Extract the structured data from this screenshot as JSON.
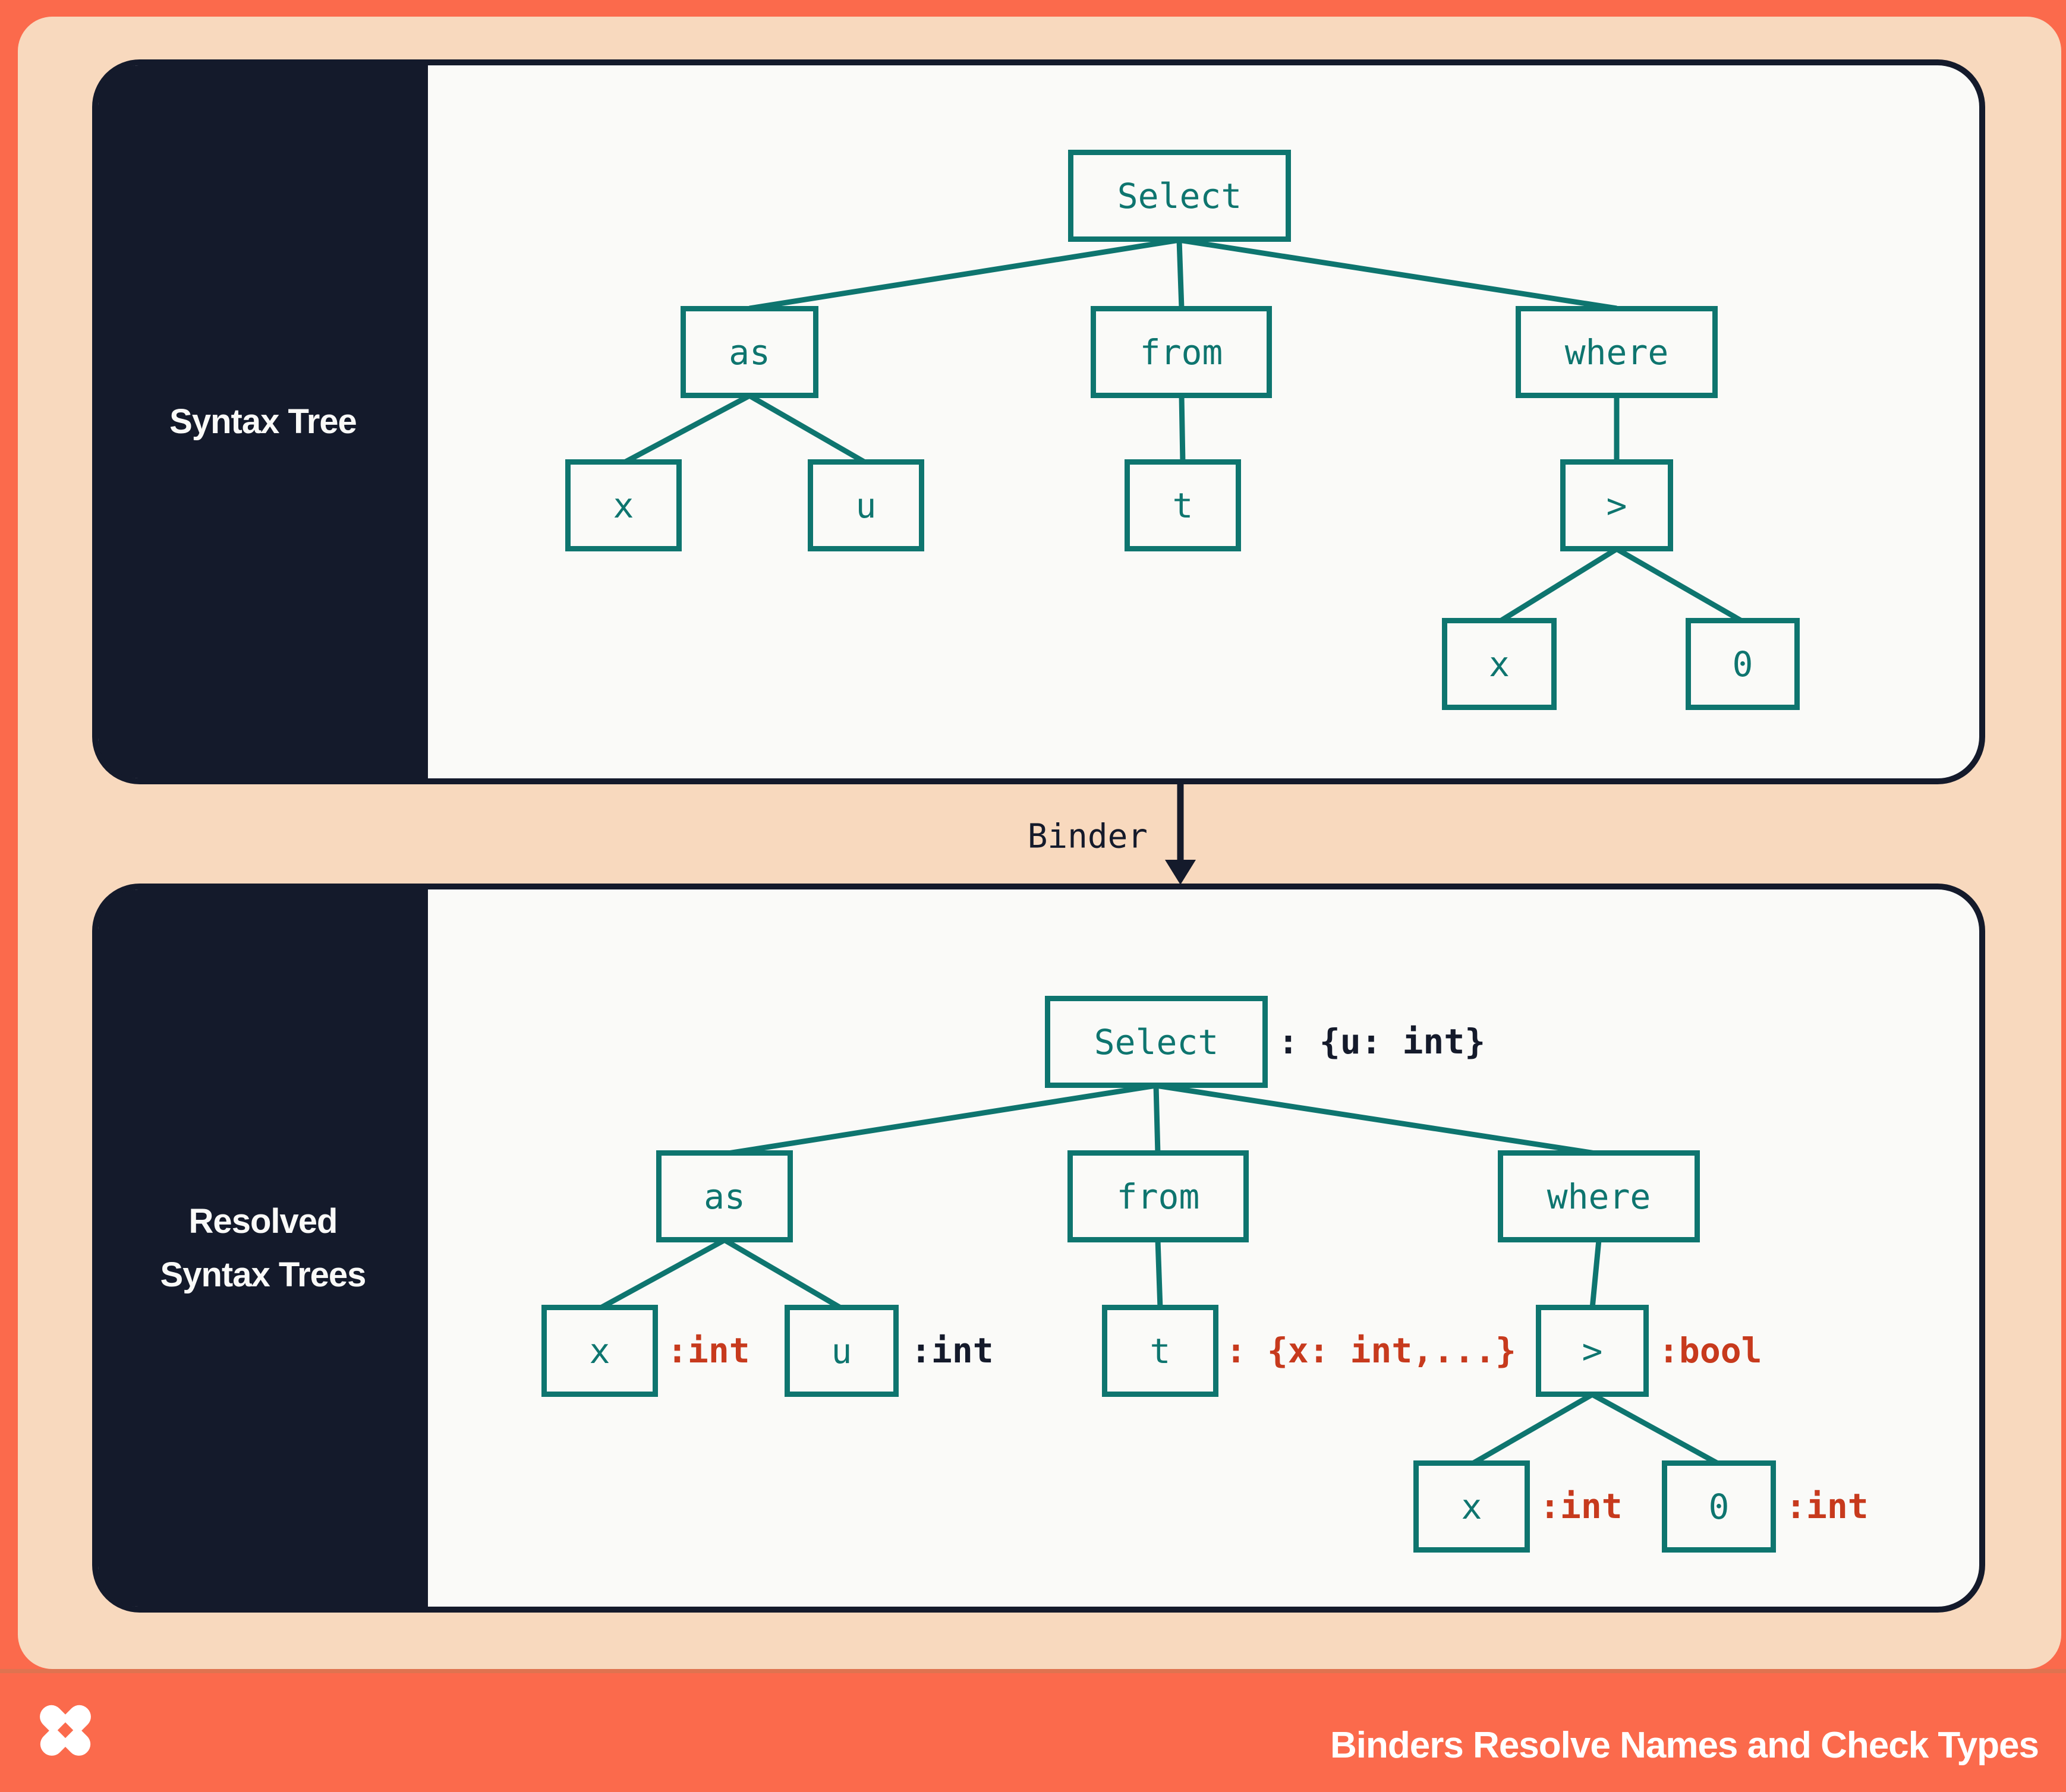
{
  "syntax_tree": {
    "sidebar_title": "Syntax Tree",
    "nodes": {
      "select": "Select",
      "as": "as",
      "from": "from",
      "where": "where",
      "x_alias": "x",
      "u_alias": "u",
      "t_table": "t",
      "gt": ">",
      "x_operand": "x",
      "zero_operand": "0"
    }
  },
  "resolved_tree": {
    "sidebar_title_line1": "Resolved",
    "sidebar_title_line2": "Syntax Trees",
    "nodes": {
      "select": "Select",
      "as": "as",
      "from": "from",
      "where": "where",
      "x_alias": "x",
      "u_alias": "u",
      "t_table": "t",
      "gt": ">",
      "x_operand": "x",
      "zero_operand": "0"
    },
    "types": {
      "select": ": {u: int}",
      "x_alias": ":int",
      "u_alias": ":int",
      "t_table": ": {x: int,...}",
      "gt": ":bool",
      "x_operand": ":int",
      "zero_operand": ":int"
    }
  },
  "binder": {
    "label": "Binder"
  },
  "footer": {
    "caption": "Binders Resolve Names and Check Types",
    "logo": "dolt-pinwheel-logo"
  },
  "colors": {
    "coral": "#FB6A4C",
    "peach": "#F8D9BE",
    "navy": "#141A2B",
    "panel_background": "#FAFAF8",
    "teal": "#0E756F",
    "type_error_red": "#C73A1D",
    "footer_divider": "#DF7350"
  }
}
